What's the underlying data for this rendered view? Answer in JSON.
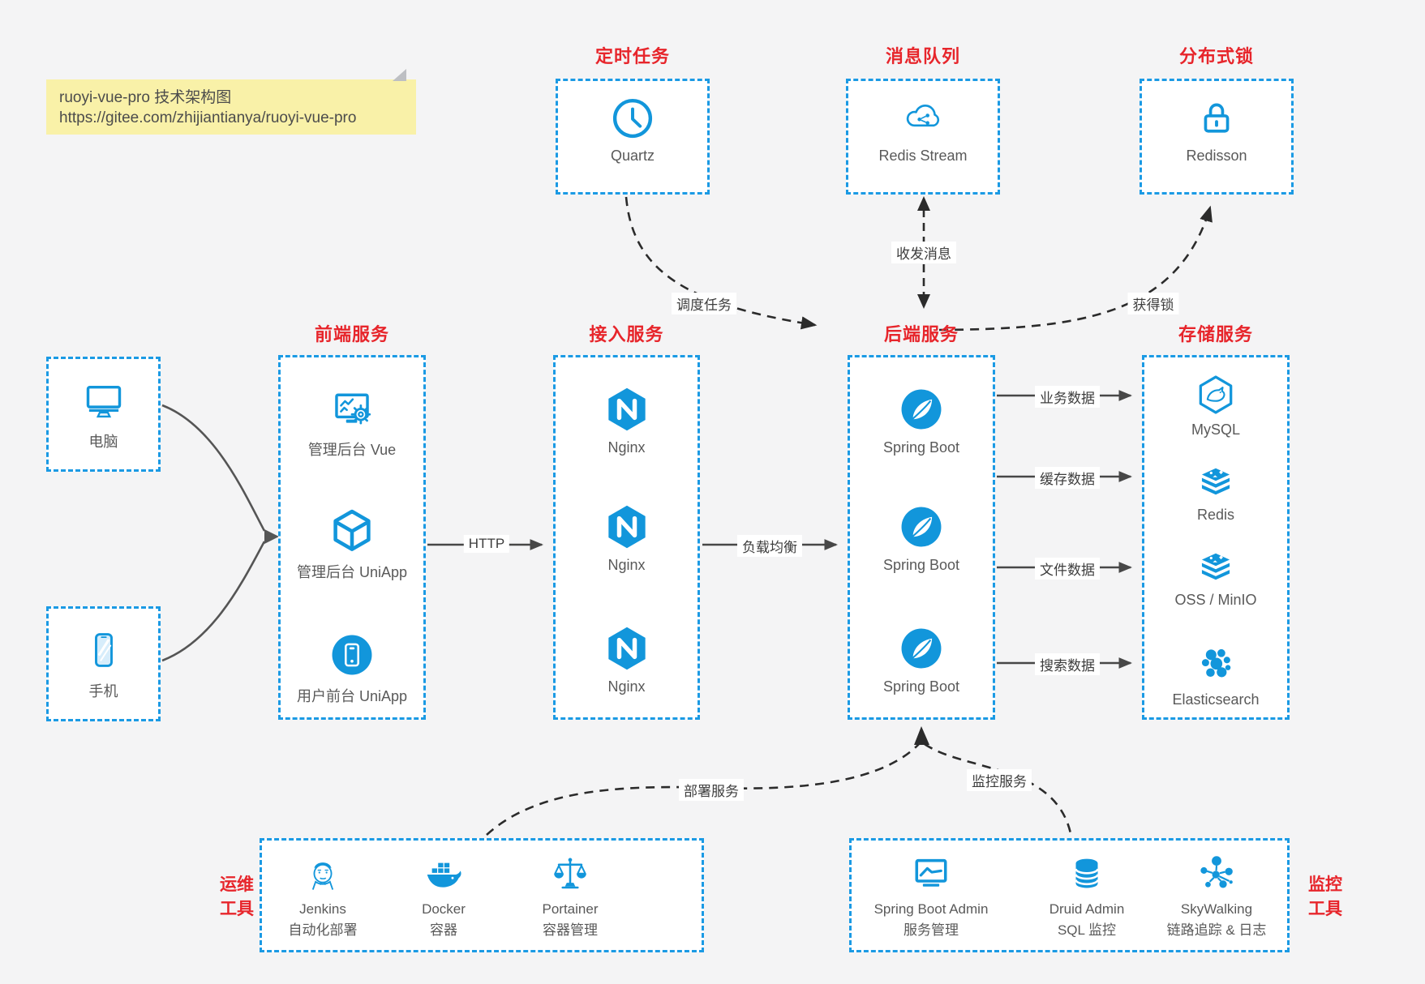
{
  "colors": {
    "blue": "#1b9ae4",
    "icon_blue": "#1296db",
    "red": "#e7252b",
    "note_bg": "#f9f1a8",
    "background": "#f4f4f5"
  },
  "note": {
    "title": "ruoyi-vue-pro 技术架构图",
    "url": "https://gitee.com/zhijiantianya/ruoyi-vue-pro"
  },
  "top_groups": [
    {
      "title": "定时任务",
      "icon": "clock-icon",
      "label": "Quartz"
    },
    {
      "title": "消息队列",
      "icon": "cloud-network-icon",
      "label": "Redis Stream"
    },
    {
      "title": "分布式锁",
      "icon": "lock-icon",
      "label": "Redisson"
    }
  ],
  "clients": [
    {
      "icon": "desktop-icon",
      "label": "电脑"
    },
    {
      "icon": "smartphone-icon",
      "label": "手机"
    }
  ],
  "columns": [
    {
      "title": "前端服务",
      "items": [
        {
          "icon": "admin-screen-gear-icon",
          "label": "管理后台 Vue"
        },
        {
          "icon": "uniapp-cube-icon",
          "label": "管理后台 UniApp"
        },
        {
          "icon": "mobile-app-icon",
          "label": "用户前台 UniApp"
        }
      ]
    },
    {
      "title": "接入服务",
      "items": [
        {
          "icon": "nginx-icon",
          "label": "Nginx"
        },
        {
          "icon": "nginx-icon",
          "label": "Nginx"
        },
        {
          "icon": "nginx-icon",
          "label": "Nginx"
        }
      ]
    },
    {
      "title": "后端服务",
      "items": [
        {
          "icon": "spring-leaf-icon",
          "label": "Spring Boot"
        },
        {
          "icon": "spring-leaf-icon",
          "label": "Spring Boot"
        },
        {
          "icon": "spring-leaf-icon",
          "label": "Spring Boot"
        }
      ]
    },
    {
      "title": "存储服务",
      "items": [
        {
          "icon": "mysql-dolphin-icon",
          "label": "MySQL"
        },
        {
          "icon": "redis-stack-icon",
          "label": "Redis"
        },
        {
          "icon": "redis-stack-icon",
          "label": "OSS / MinIO"
        },
        {
          "icon": "elasticsearch-icon",
          "label": "Elasticsearch"
        }
      ]
    }
  ],
  "bottom_groups": [
    {
      "side_line1": "运维",
      "side_line2": "工具",
      "items": [
        {
          "icon": "jenkins-icon",
          "label": "Jenkins",
          "sublabel": "自动化部署"
        },
        {
          "icon": "docker-whale-icon",
          "label": "Docker",
          "sublabel": "容器"
        },
        {
          "icon": "portainer-scales-icon",
          "label": "Portainer",
          "sublabel": "容器管理"
        }
      ]
    },
    {
      "side_line1": "监控",
      "side_line2": "工具",
      "items": [
        {
          "icon": "monitor-chart-icon",
          "label": "Spring Boot Admin",
          "sublabel": "服务管理"
        },
        {
          "icon": "database-icon",
          "label": "Druid Admin",
          "sublabel": "SQL 监控"
        },
        {
          "icon": "topology-icon",
          "label": "SkyWalking",
          "sublabel": "链路追踪 & 日志"
        }
      ]
    }
  ],
  "edge_labels": {
    "http": "HTTP",
    "load_balance": "负载均衡",
    "schedule": "调度任务",
    "message": "收发消息",
    "lock": "获得锁",
    "business": "业务数据",
    "cache": "缓存数据",
    "file": "文件数据",
    "search": "搜索数据",
    "deploy": "部署服务",
    "monitor": "监控服务"
  }
}
